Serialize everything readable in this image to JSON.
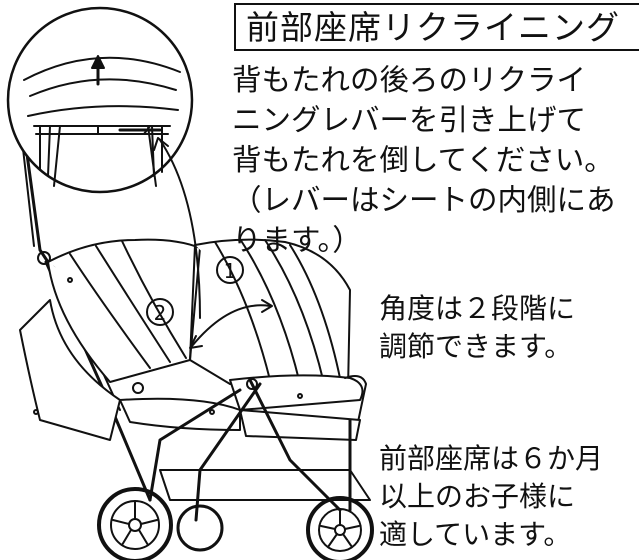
{
  "title": "前部座席リクライニング",
  "instructions": [
    "背もたれの後ろのリクライ",
    "ニングレバーを引き上げて",
    "背もたれを倒してください。",
    "（レバーはシートの内側にあ",
    "ります。）"
  ],
  "markers": {
    "one": "1",
    "two": "2"
  },
  "angle_note": [
    "角度は２段階に",
    "調節できます。"
  ],
  "age_note": [
    "前部座席は６か月",
    "以上のお子様に",
    "適しています。"
  ],
  "icons": [
    "stroller-illustration",
    "zoom-inset",
    "up-arrow-icon",
    "curved-arrow-icon"
  ]
}
